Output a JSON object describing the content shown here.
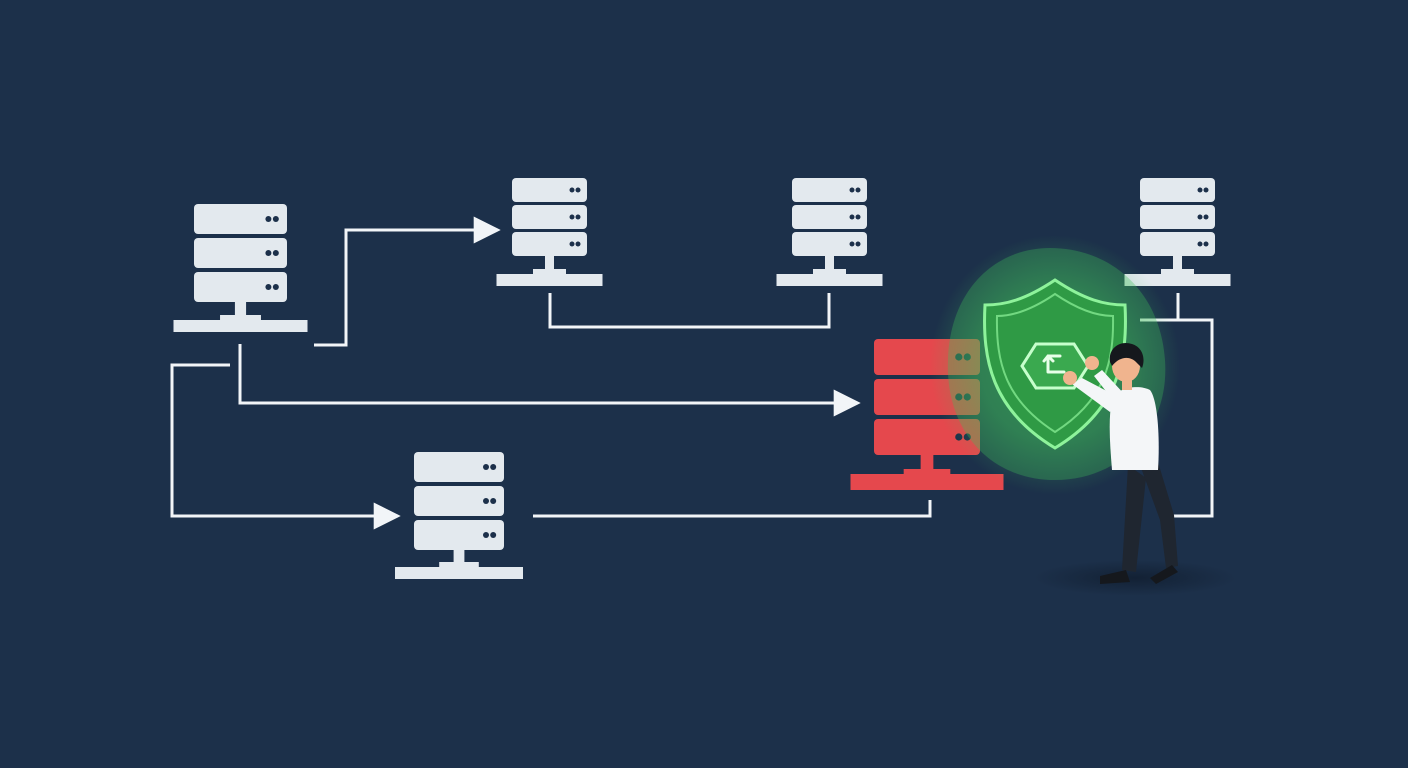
{
  "colors": {
    "background": "#1c304a",
    "server": "#e3e9ee",
    "server_dots": "#1c304a",
    "compromised_server": "#e5484d",
    "connector": "#f2f5f8",
    "shield_fill": "#2f9a45",
    "shield_outline": "#8ef39b",
    "glow": "#3fbf5a",
    "person_shirt": "#f4f6f8",
    "person_pants": "#1f2630",
    "person_skin": "#f0b48e",
    "person_hair": "#15181d",
    "floor_shadow": "#142338"
  },
  "nodes": [
    {
      "id": "server-1",
      "state": "normal"
    },
    {
      "id": "server-2",
      "state": "normal"
    },
    {
      "id": "server-3",
      "state": "normal"
    },
    {
      "id": "server-4",
      "state": "normal"
    },
    {
      "id": "server-5",
      "state": "normal"
    },
    {
      "id": "server-6",
      "state": "compromised"
    }
  ],
  "icons": {
    "shield": "shield-icon",
    "hexagon": "hexagon-icon",
    "reconnect": "reconnect-arrow-icon",
    "technician": "technician-figure"
  }
}
